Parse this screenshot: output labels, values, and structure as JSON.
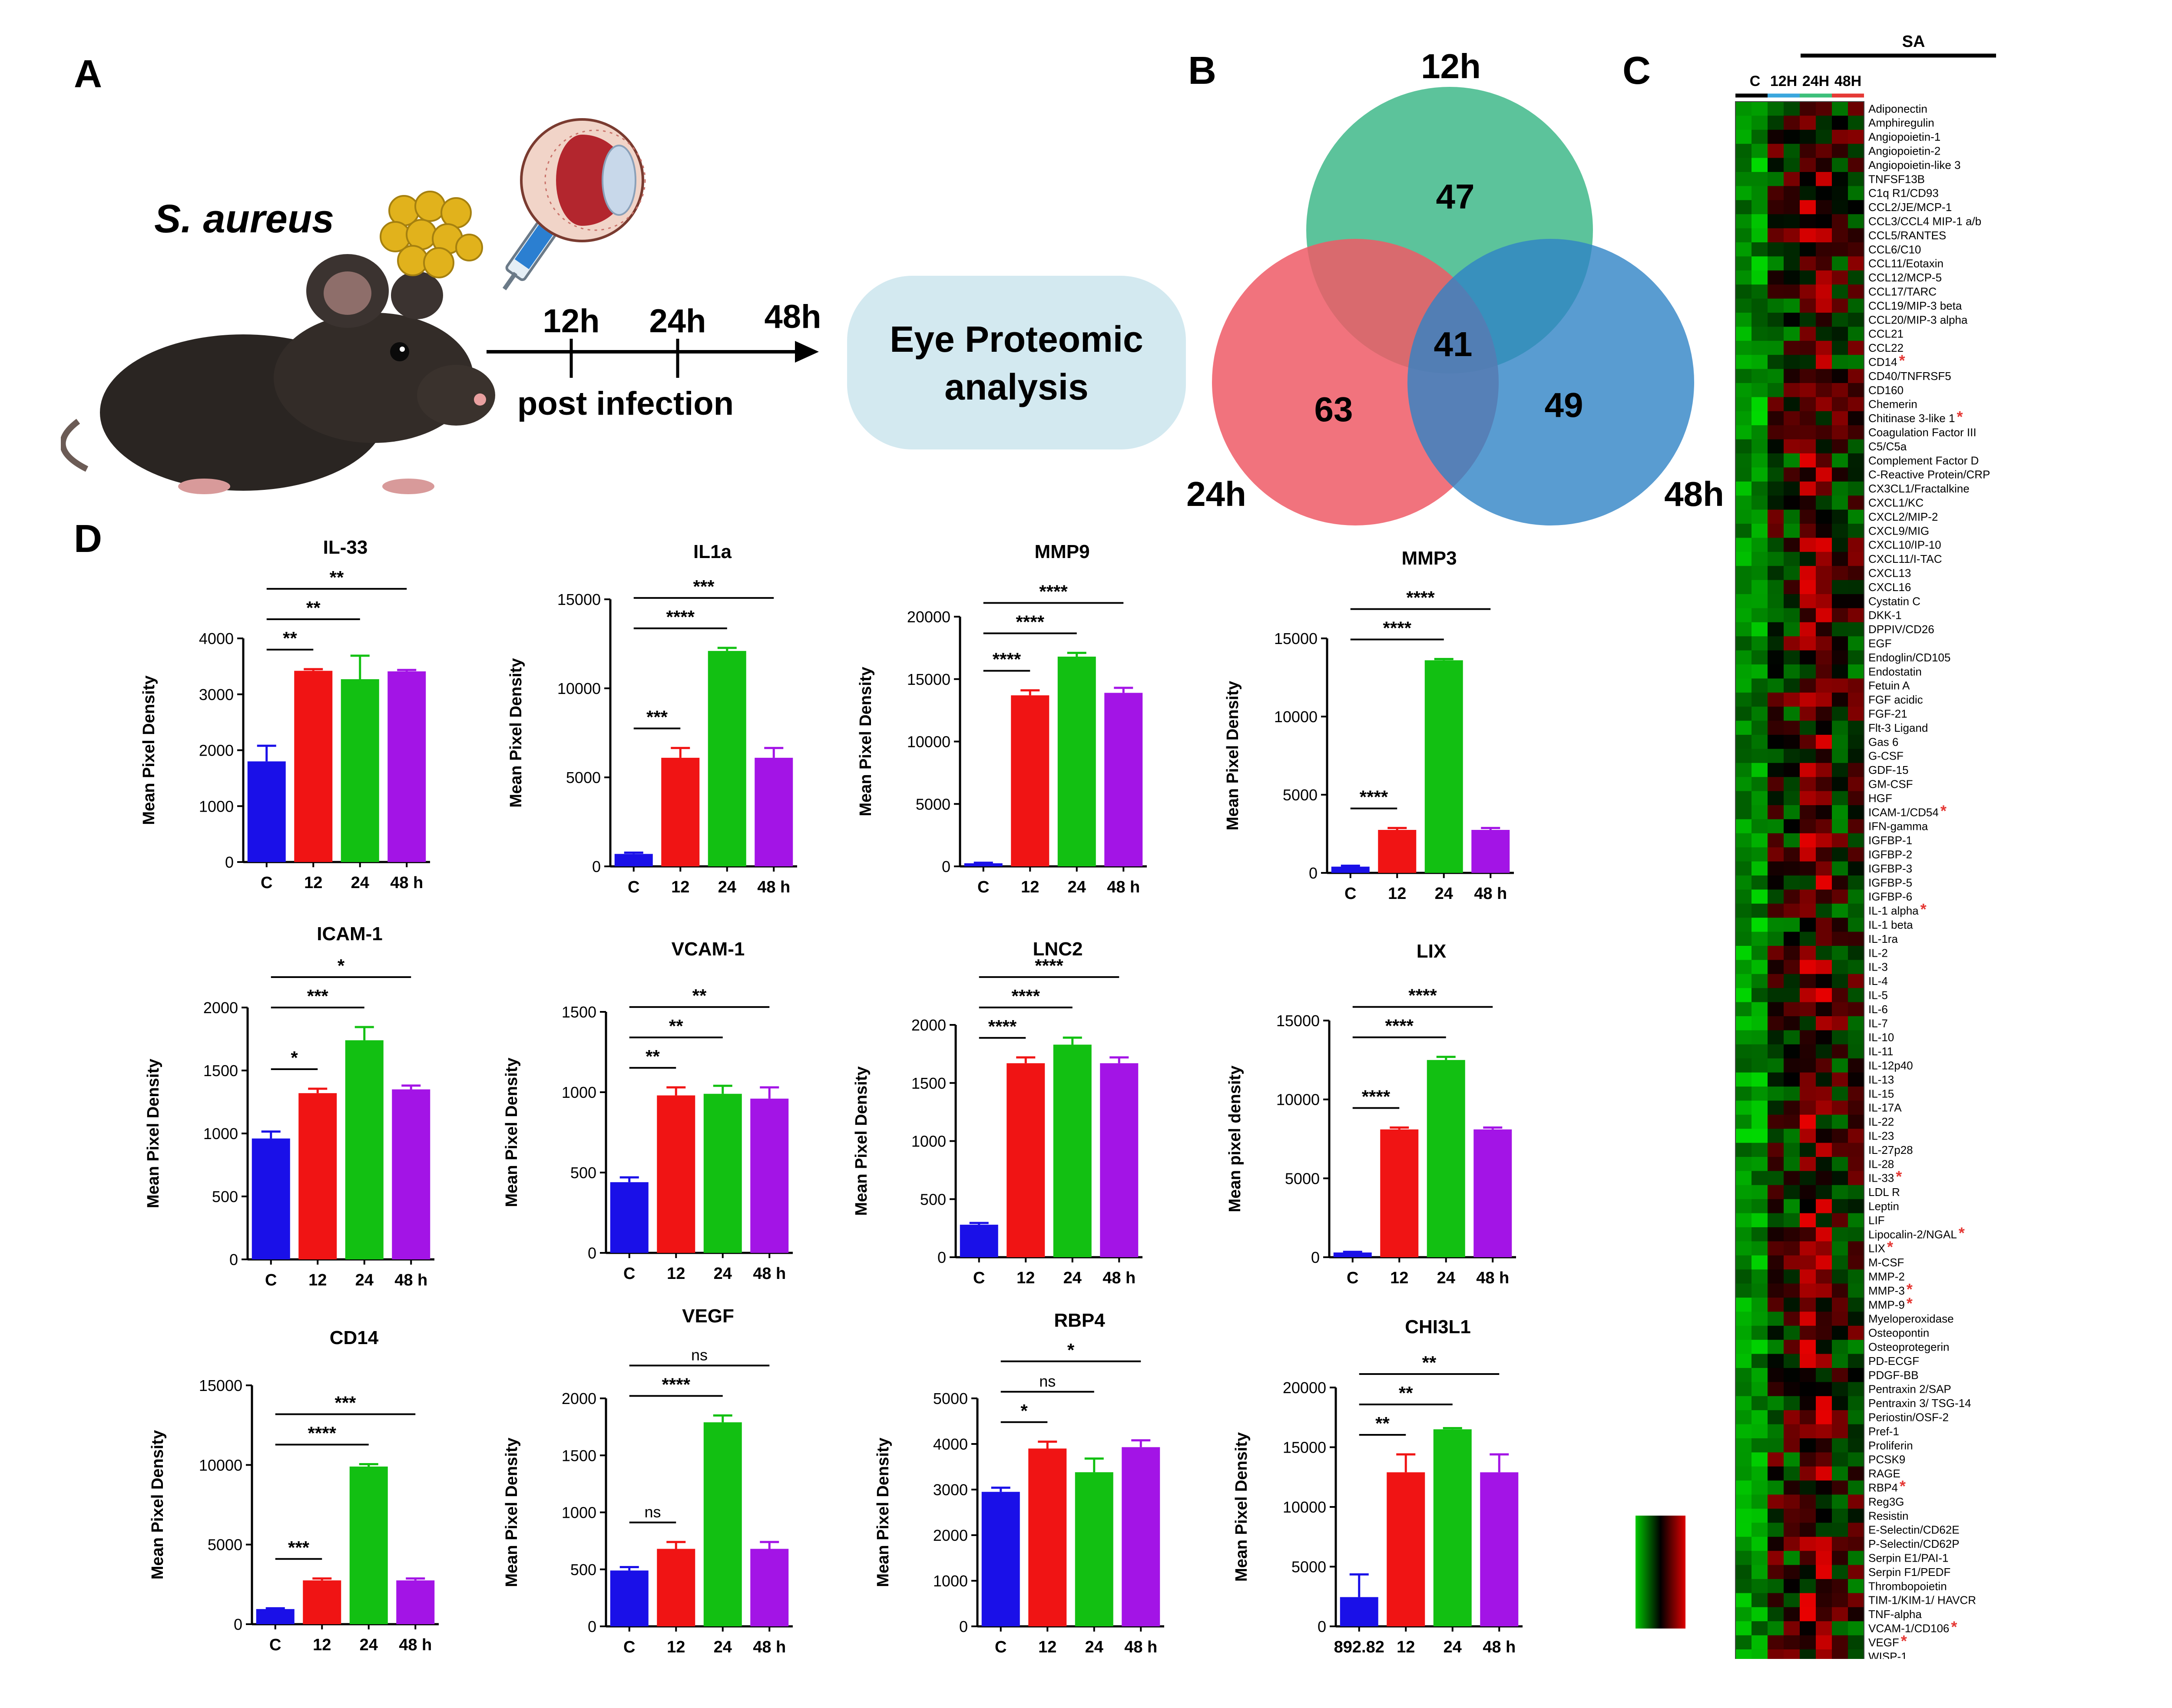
{
  "panels": {
    "A": "A",
    "B": "B",
    "C": "C",
    "D": "D"
  },
  "panel_a": {
    "organism": "S. aureus",
    "timepoints": [
      "12h",
      "24h",
      "48h"
    ],
    "axis_label": "post infection",
    "box_text_line1": "Eye Proteomic",
    "box_text_line2": "analysis",
    "colors": {
      "box": "#d3e9f0",
      "eye": "#b3262e"
    }
  },
  "venn": {
    "labels": {
      "a": "12h",
      "b": "24h",
      "c": "48h"
    },
    "counts": {
      "a_only": "47",
      "b_only": "63",
      "c_only": "49",
      "all": "41"
    },
    "colors": {
      "a": "#3fb88a",
      "b": "#ee5a66",
      "c": "#2f83c5"
    }
  },
  "heatmap": {
    "group_SA": "SA",
    "group_C": "C",
    "timepoints": [
      "12H",
      "24H",
      "48H"
    ],
    "colors": {
      "12H": "#3aa6dd",
      "24H": "#3cbf7a",
      "48H": "#e53935"
    },
    "proteins": [
      "Adiponectin",
      "Amphiregulin",
      "Angiopoietin-1",
      "Angiopoietin-2",
      "Angiopoietin-like 3",
      "TNFSF13B",
      "C1q R1/CD93",
      "CCL2/JE/MCP-1",
      "CCL3/CCL4 MIP-1 a/b",
      "CCL5/RANTES",
      "CCL6/C10",
      "CCL11/Eotaxin",
      "CCL12/MCP-5",
      "CCL17/TARC",
      "CCL19/MIP-3 beta",
      "CCL20/MIP-3 alpha",
      "CCL21",
      "CCL22",
      "CD14",
      "CD40/TNFRSF5",
      "CD160",
      "Chemerin",
      "Chitinase 3-like 1",
      "Coagulation Factor III",
      "C5/C5a",
      "Complement Factor D",
      "C-Reactive Protein/CRP",
      "CX3CL1/Fractalkine",
      "CXCL1/KC",
      "CXCL2/MIP-2",
      "CXCL9/MIG",
      "CXCL10/IP-10",
      "CXCL11/I-TAC",
      "CXCL13",
      "CXCL16",
      "Cystatin C",
      "DKK-1",
      "DPPIV/CD26",
      "EGF",
      "Endoglin/CD105",
      "Endostatin",
      "Fetuin A",
      "FGF acidic",
      "FGF-21",
      "Flt-3 Ligand",
      "Gas 6",
      "G-CSF",
      "GDF-15",
      "GM-CSF",
      "HGF",
      "ICAM-1/CD54",
      "IFN-gamma",
      "IGFBP-1",
      "IGFBP-2",
      "IGFBP-3",
      "IGFBP-5",
      "IGFBP-6",
      "IL-1 alpha",
      "IL-1 beta",
      "IL-1ra",
      "IL-2",
      "IL-3",
      "IL-4",
      "IL-5",
      "IL-6",
      "IL-7",
      "IL-10",
      "IL-11",
      "IL-12p40",
      "IL-13",
      "IL-15",
      "IL-17A",
      "IL-22",
      "IL-23",
      "IL-27p28",
      "IL-28",
      "IL-33",
      "LDL R",
      "Leptin",
      "LIF",
      "Lipocalin-2/NGAL",
      "LIX",
      "M-CSF",
      "MMP-2",
      "MMP-3",
      "MMP-9",
      "Myeloperoxidase",
      "Osteopontin",
      "Osteoprotegerin",
      "PD-ECGF",
      "PDGF-BB",
      "Pentraxin 2/SAP",
      "Pentraxin 3/ TSG-14",
      "Periostin/OSF-2",
      "Pref-1",
      "Proliferin",
      "PCSK9",
      "RAGE",
      "RBP4",
      "Reg3G",
      "Resistin",
      "E-Selectin/CD62E",
      "P-Selectin/CD62P",
      "Serpin E1/PAI-1",
      "Serpin F1/PEDF",
      "Thrombopoietin",
      "TIM-1/KIM-1/ HAVCR",
      "TNF-alpha",
      "VCAM-1/CD106",
      "VEGF",
      "WISP-1"
    ],
    "starred": [
      "CD14",
      "Chitinase 3-like 1",
      "ICAM-1/CD54",
      "IL-1 alpha",
      "IL-33",
      "Lipocalin-2/NGAL",
      "LIX",
      "MMP-3",
      "MMP-9",
      "RBP4",
      "VCAM-1/CD106",
      "VEGF"
    ],
    "star_char": "*",
    "star_color": "#e53935",
    "colorscale": [
      "#00c800",
      "#000000",
      "#e00000"
    ]
  },
  "bar_colors": [
    "#1a10e8",
    "#f01414",
    "#12c012",
    "#a314e6"
  ],
  "chart_data": [
    {
      "type": "bar",
      "title": "IL-33",
      "ylabel": "Mean Pixel Density",
      "categories": [
        "C",
        "12",
        "24",
        "48 h"
      ],
      "values": [
        1800,
        3420,
        3270,
        3410
      ],
      "errors": [
        280,
        30,
        420,
        25
      ],
      "ylim": [
        0,
        4000
      ],
      "yticks": [
        0,
        1000,
        2000,
        3000,
        4000
      ],
      "sig": [
        {
          "to": 1,
          "label": "**"
        },
        {
          "to": 2,
          "label": "**"
        },
        {
          "to": 3,
          "label": "**"
        }
      ]
    },
    {
      "type": "bar",
      "title": "IL1a",
      "ylabel": "Mean Pixel Density",
      "categories": [
        "C",
        "12",
        "24",
        "48 h"
      ],
      "values": [
        700,
        6100,
        12100,
        6100
      ],
      "errors": [
        70,
        550,
        170,
        550
      ],
      "ylim": [
        0,
        15000
      ],
      "yticks": [
        0,
        5000,
        10000,
        15000
      ],
      "sig": [
        {
          "to": 1,
          "label": "***"
        },
        {
          "to": 2,
          "label": "****"
        },
        {
          "to": 3,
          "label": "***"
        }
      ]
    },
    {
      "type": "bar",
      "title": "MMP9",
      "ylabel": "Mean Pixel Density",
      "categories": [
        "C",
        "12",
        "24",
        "48 h"
      ],
      "values": [
        250,
        13700,
        16800,
        13900
      ],
      "errors": [
        40,
        400,
        300,
        400
      ],
      "ylim": [
        0,
        20000
      ],
      "yticks": [
        0,
        5000,
        10000,
        15000,
        20000
      ],
      "sig": [
        {
          "to": 1,
          "label": "****"
        },
        {
          "to": 2,
          "label": "****"
        },
        {
          "to": 3,
          "label": "****"
        }
      ]
    },
    {
      "type": "bar",
      "title": "MMP3",
      "ylabel": "Mean Pixel Density",
      "categories": [
        "C",
        "12",
        "24",
        "48 h"
      ],
      "values": [
        400,
        2750,
        13600,
        2750
      ],
      "errors": [
        60,
        120,
        80,
        120
      ],
      "ylim": [
        0,
        15000
      ],
      "yticks": [
        0,
        5000,
        10000,
        15000
      ],
      "sig": [
        {
          "to": 1,
          "label": "****"
        },
        {
          "to": 2,
          "label": "****"
        },
        {
          "to": 3,
          "label": "****"
        }
      ]
    },
    {
      "type": "bar",
      "title": "ICAM-1",
      "ylabel": "Mean Pixel Density",
      "categories": [
        "C",
        "12",
        "24",
        "48 h"
      ],
      "values": [
        960,
        1320,
        1740,
        1350
      ],
      "errors": [
        55,
        35,
        105,
        30
      ],
      "ylim": [
        0,
        2000
      ],
      "yticks": [
        0,
        500,
        1000,
        1500,
        2000
      ],
      "sig": [
        {
          "to": 1,
          "label": "*"
        },
        {
          "to": 2,
          "label": "***"
        },
        {
          "to": 3,
          "label": "*"
        }
      ]
    },
    {
      "type": "bar",
      "title": "VCAM-1",
      "ylabel": "Mean Pixel Density",
      "categories": [
        "C",
        "12",
        "24",
        "48 h"
      ],
      "values": [
        440,
        980,
        990,
        960
      ],
      "errors": [
        30,
        50,
        50,
        70
      ],
      "ylim": [
        0,
        1500
      ],
      "yticks": [
        0,
        500,
        1000,
        1500
      ],
      "sig": [
        {
          "to": 1,
          "label": "**"
        },
        {
          "to": 2,
          "label": "**"
        },
        {
          "to": 3,
          "label": "**"
        }
      ]
    },
    {
      "type": "bar",
      "title": "LNC2",
      "ylabel": "Mean Pixel Density",
      "categories": [
        "C",
        "12",
        "24",
        "48 h"
      ],
      "values": [
        280,
        1670,
        1830,
        1670
      ],
      "errors": [
        15,
        50,
        60,
        50
      ],
      "ylim": [
        0,
        2000
      ],
      "yticks": [
        0,
        500,
        1000,
        1500,
        2000
      ],
      "sig": [
        {
          "to": 1,
          "label": "****"
        },
        {
          "to": 2,
          "label": "****"
        },
        {
          "to": 3,
          "label": "****"
        }
      ]
    },
    {
      "type": "bar",
      "title": "LIX",
      "ylabel": "Mean pixel density",
      "categories": [
        "C",
        "12",
        "24",
        "48 h"
      ],
      "values": [
        300,
        8100,
        12500,
        8100
      ],
      "errors": [
        40,
        120,
        200,
        120
      ],
      "ylim": [
        0,
        15000
      ],
      "yticks": [
        0,
        5000,
        10000,
        15000
      ],
      "sig": [
        {
          "to": 1,
          "label": "****"
        },
        {
          "to": 2,
          "label": "****"
        },
        {
          "to": 3,
          "label": "****"
        }
      ]
    },
    {
      "type": "bar",
      "title": "CD14",
      "ylabel": "Mean Pixel Density",
      "categories": [
        "C",
        "12",
        "24",
        "48 h"
      ],
      "values": [
        950,
        2750,
        9900,
        2750
      ],
      "errors": [
        50,
        120,
        150,
        120
      ],
      "ylim": [
        0,
        15000
      ],
      "yticks": [
        0,
        5000,
        10000,
        15000
      ],
      "sig": [
        {
          "to": 1,
          "label": "***"
        },
        {
          "to": 2,
          "label": "****"
        },
        {
          "to": 3,
          "label": "***"
        }
      ]
    },
    {
      "type": "bar",
      "title": "VEGF",
      "ylabel": "Mean Pixel Density",
      "categories": [
        "C",
        "12",
        "24",
        "48 h"
      ],
      "values": [
        490,
        680,
        1790,
        680
      ],
      "errors": [
        30,
        60,
        60,
        60
      ],
      "ylim": [
        0,
        2000
      ],
      "yticks": [
        0,
        500,
        1000,
        1500,
        2000
      ],
      "sig": [
        {
          "to": 1,
          "label": "ns"
        },
        {
          "to": 2,
          "label": "****"
        },
        {
          "to": 3,
          "label": "ns"
        }
      ]
    },
    {
      "type": "bar",
      "title": "RBP4",
      "ylabel": "Mean Pixel Density",
      "categories": [
        "C",
        "12",
        "24",
        "48 h"
      ],
      "values": [
        2950,
        3900,
        3380,
        3930
      ],
      "errors": [
        90,
        150,
        300,
        150
      ],
      "ylim": [
        0,
        5000
      ],
      "yticks": [
        0,
        1000,
        2000,
        3000,
        4000,
        5000
      ],
      "sig": [
        {
          "to": 1,
          "label": "*"
        },
        {
          "to": 2,
          "label": "ns"
        },
        {
          "to": 3,
          "label": "*"
        }
      ]
    },
    {
      "type": "bar",
      "title": "CHI3L1",
      "ylabel": "Mean Pixel Density",
      "categories": [
        "892.82",
        "12",
        "24",
        "48 h"
      ],
      "values": [
        2450,
        12900,
        16500,
        12900
      ],
      "errors": [
        1900,
        1500,
        100,
        1500
      ],
      "ylim": [
        0,
        20000
      ],
      "yticks": [
        0,
        5000,
        10000,
        15000,
        20000
      ],
      "sig": [
        {
          "to": 1,
          "label": "**"
        },
        {
          "to": 2,
          "label": "**"
        },
        {
          "to": 3,
          "label": "**"
        }
      ]
    }
  ]
}
